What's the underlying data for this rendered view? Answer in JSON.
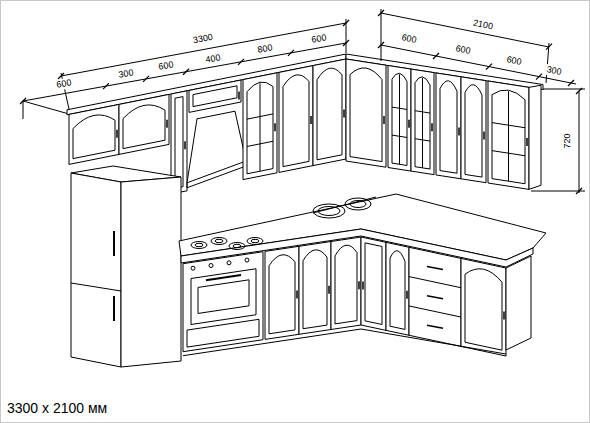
{
  "diagram": {
    "caption": "3300 x 2100 мм",
    "labels": [
      "600",
      "300",
      "600",
      "400",
      "800",
      "600",
      "3300",
      "600",
      "600",
      "2100",
      "600",
      "300",
      "720"
    ]
  }
}
